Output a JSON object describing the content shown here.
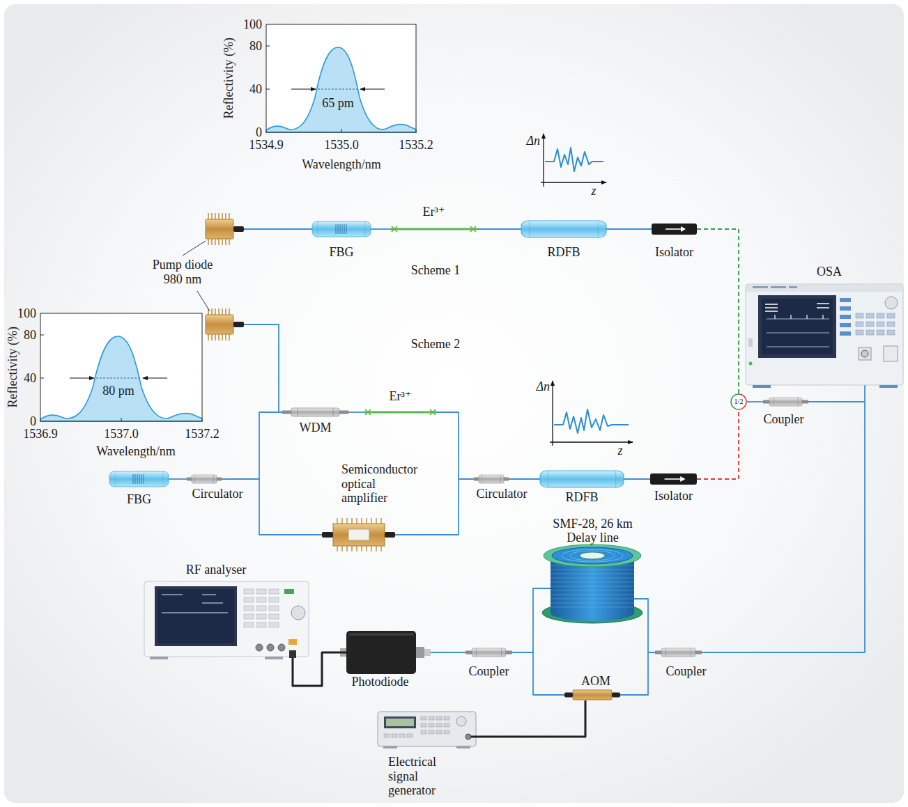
{
  "diagram": {
    "nodes": [
      {
        "text": [
          "Pump diode 980 nm"
        ]
      },
      {
        "text": [
          "FBG"
        ]
      },
      {
        "text": [
          "Er³⁺"
        ]
      },
      {
        "text": [
          "RDFB"
        ]
      },
      {
        "text": [
          "Isolator"
        ]
      },
      {
        "text": [
          "OSA"
        ]
      },
      {
        "text": [
          "WDM"
        ]
      },
      {
        "text": [
          "Er³⁺"
        ]
      },
      {
        "text": [
          "1/2"
        ]
      },
      {
        "text": [
          "Coupler"
        ]
      },
      {
        "text": [
          "FBG"
        ]
      },
      {
        "text": [
          "Circulator"
        ]
      },
      {
        "text": [
          "Circulator"
        ]
      },
      {
        "text": [
          "RDFB"
        ]
      },
      {
        "text": [
          "Isolator"
        ]
      },
      {
        "text": [
          "Semiconductor optical amplifier"
        ]
      },
      {
        "text": [
          "SMF-28, 26 km Delay line"
        ]
      },
      {
        "text": [
          "RF analyser"
        ]
      },
      {
        "text": [
          "Photodiode"
        ]
      },
      {
        "text": [
          "Coupler"
        ]
      },
      {
        "text": [
          "AOM"
        ]
      },
      {
        "text": [
          "Coupler"
        ]
      },
      {
        "text": [
          "Electrical signal generator"
        ]
      }
    ],
    "edges": [
      {
        "from": 0,
        "to": 1,
        "arrow": "none"
      },
      {
        "from": 1,
        "to": 2,
        "arrow": "none"
      },
      {
        "from": 2,
        "to": 3,
        "arrow": "none"
      },
      {
        "from": 3,
        "to": 4,
        "arrow": "none"
      },
      {
        "from": 4,
        "to": 8,
        "arrow": "none"
      },
      {
        "from": 6,
        "to": 7,
        "arrow": "none"
      },
      {
        "from": 7,
        "to": 12,
        "arrow": "none"
      },
      {
        "from": 10,
        "to": 11,
        "arrow": "none"
      },
      {
        "from": 11,
        "to": 6,
        "arrow": "none"
      },
      {
        "from": 11,
        "to": 15,
        "arrow": "none"
      },
      {
        "from": 15,
        "to": 12,
        "arrow": "none"
      },
      {
        "from": 12,
        "to": 13,
        "arrow": "none"
      },
      {
        "from": 13,
        "to": 14,
        "arrow": "none"
      },
      {
        "from": 14,
        "to": 8,
        "arrow": "none"
      },
      {
        "from": 8,
        "to": 9,
        "arrow": "none"
      },
      {
        "from": 9,
        "to": 5,
        "arrow": "none"
      },
      {
        "from": 9,
        "to": 21,
        "arrow": "none"
      },
      {
        "from": 21,
        "to": 16,
        "arrow": "none"
      },
      {
        "from": 21,
        "to": 20,
        "arrow": "none"
      },
      {
        "from": 16,
        "to": 19,
        "arrow": "none"
      },
      {
        "from": 20,
        "to": 19,
        "arrow": "none"
      },
      {
        "from": 19,
        "to": 18,
        "arrow": "none"
      },
      {
        "from": 18,
        "to": 17,
        "arrow": "none"
      },
      {
        "from": 22,
        "to": 20,
        "arrow": "none"
      }
    ],
    "labels": [
      "100",
      "80",
      "40",
      "0",
      "Reflectivity (%)",
      "1534.9",
      "1535.0",
      "1535.2",
      "Wavelength/nm",
      "65 pm",
      "Δn",
      "z",
      "Scheme 1",
      "100",
      "80",
      "40",
      "0",
      "Reflectivity (%)",
      "1536.9",
      "1537.0",
      "1537.2",
      "Wavelength/nm",
      "80 pm",
      "Scheme 2",
      "Δn",
      "z"
    ]
  }
}
